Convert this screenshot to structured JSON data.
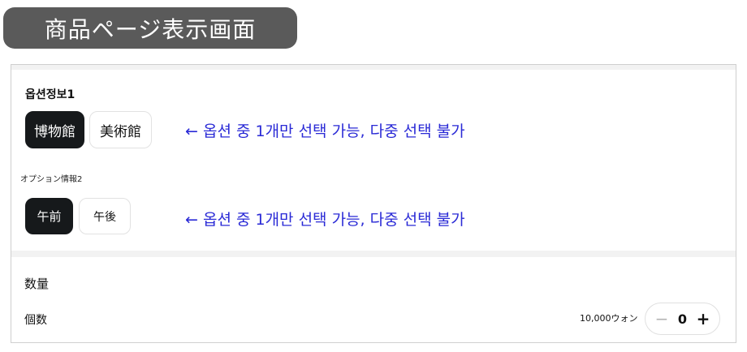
{
  "header": {
    "title": "商品ページ表示画面"
  },
  "option_group_1": {
    "label": "옵션정보1",
    "options": [
      {
        "label": "博物館",
        "selected": true
      },
      {
        "label": "美術館",
        "selected": false
      }
    ],
    "note": "← 옵션 중 1개만 선택 가능, 다중 선택 불가"
  },
  "option_group_2": {
    "label": "オプション情報2",
    "options": [
      {
        "label": "午前",
        "selected": true
      },
      {
        "label": "午後",
        "selected": false
      }
    ],
    "note": "← 옵션 중 1개만 선택 가능, 다중 선택 불가"
  },
  "quantity": {
    "title": "数量",
    "item_label": "個数",
    "price": "10,000ウォン",
    "value": "0",
    "minus_symbol": "−",
    "plus_symbol": "+"
  },
  "colors": {
    "title_bg": "#5a5a5a",
    "selected_chip_bg": "#16191b",
    "note_text": "#2a2ad6",
    "band": "#f2f2f2"
  }
}
